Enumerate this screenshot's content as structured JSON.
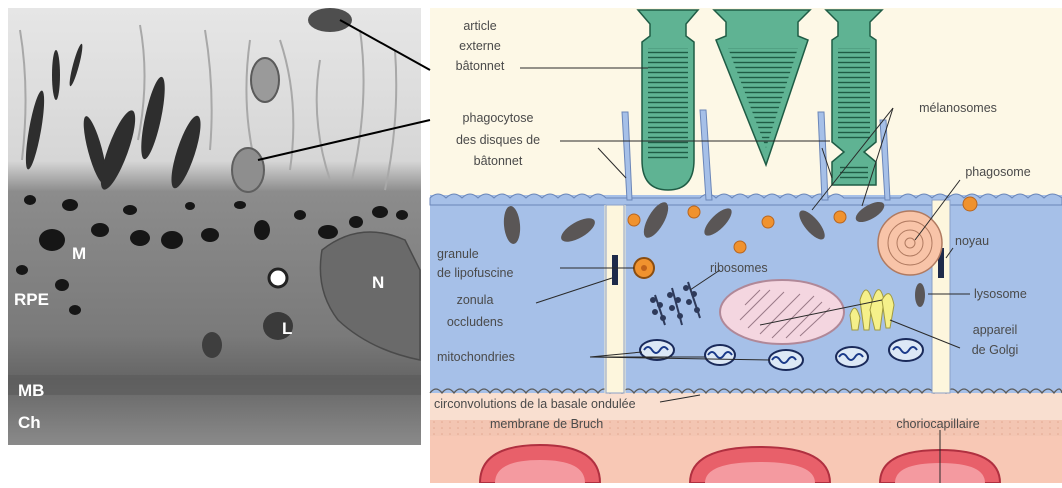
{
  "micrograph": {
    "labels": {
      "m": "M",
      "n": "N",
      "rpe": "RPE",
      "l": "L",
      "mb": "MB",
      "ch": "Ch"
    }
  },
  "diagram": {
    "labels": {
      "article_l1": "article",
      "article_l2": "externe",
      "article_l3": "bâtonnet",
      "phago_l1": "phagocytose",
      "phago_l2": "des disques de",
      "phago_l3": "bâtonnet",
      "melanosomes": "mélanosomes",
      "phagosome": "phagosome",
      "granule_l1": "granule",
      "granule_l2": "de lipofuscine",
      "ribosomes": "ribosomes",
      "noyau": "noyau",
      "zonula_l1": "zonula",
      "zonula_l2": "occludens",
      "lysosome": "lysosome",
      "golgi_l1": "appareil",
      "golgi_l2": "de Golgi",
      "mitochondries": "mitochondries",
      "circonvolutions": "circonvolutions de la basale ondulée",
      "bruch": "membrane de Bruch",
      "chorio": "choriocapillaire"
    }
  }
}
